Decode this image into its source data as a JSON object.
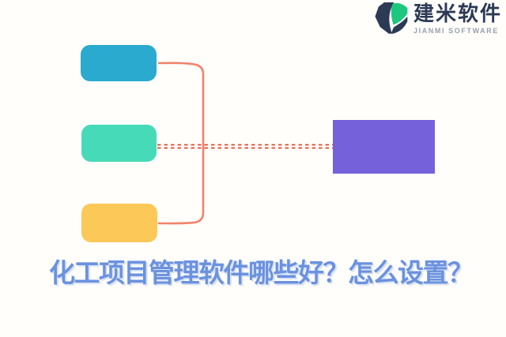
{
  "logo": {
    "name": "建米软件",
    "subtitle": "JIANMI SOFTWARE",
    "name_color": "#2c3a56",
    "subtitle_color": "#99a0ab",
    "icon": {
      "navy": "#2b3a55",
      "green": "#1ec77e"
    }
  },
  "diagram": {
    "left_boxes": [
      {
        "name": "top",
        "color": "#29aace"
      },
      {
        "name": "middle",
        "color": "#47dab9"
      },
      {
        "name": "bottom",
        "color": "#fcc857"
      }
    ],
    "right_box": {
      "color": "#7561d9"
    },
    "connectors": {
      "bracket_color": "#f0836b",
      "dashed_color": "#e0472a"
    }
  },
  "heading": {
    "text": "化工项目管理软件哪些好？怎么设置？",
    "color": "#6b92df"
  }
}
